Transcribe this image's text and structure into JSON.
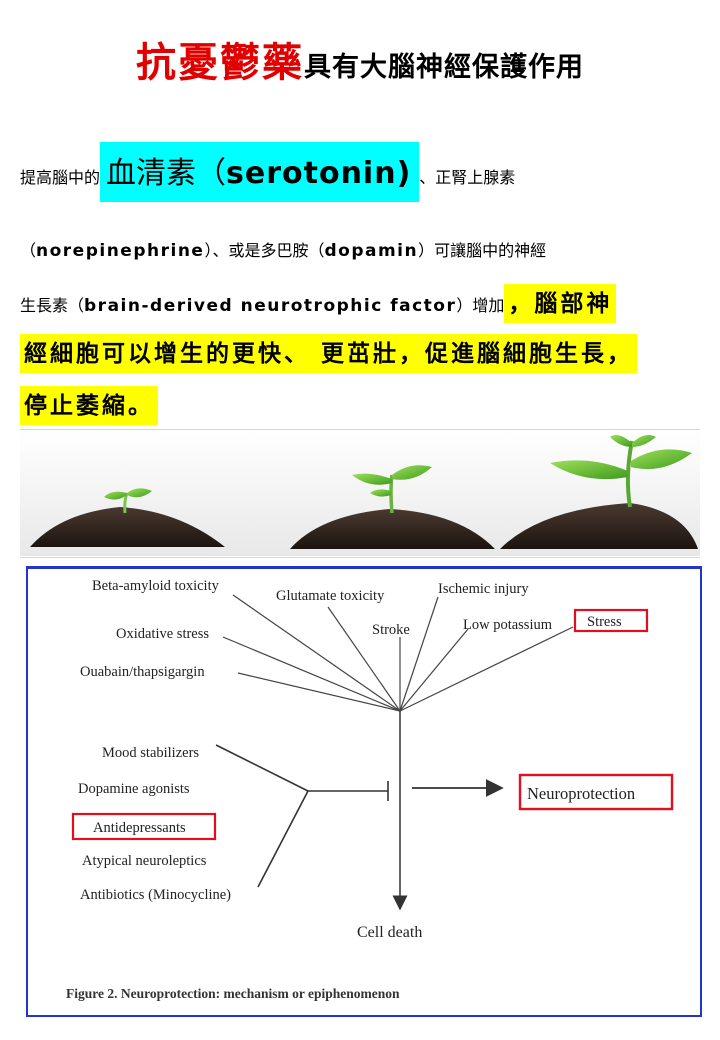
{
  "header": {
    "title_red": "抗憂鬱藥",
    "title_black": "具有大腦神經保護作用"
  },
  "body_text": {
    "l1_pre": "提高腦中的",
    "l1_hl_zh": "血清素（",
    "l1_hl_en": "serotonin)",
    "l1_post": "、正腎上腺素",
    "l2_p1": "（",
    "l2_en1": "norepinephrine",
    "l2_p2": "）、或是多巴胺（",
    "l2_en2": "dopamin",
    "l2_p3": "）可讓腦中的神經",
    "l3_p1": "生長素（",
    "l3_en": "brain-derived neurotrophic factor",
    "l3_p2": "）增加",
    "l3_hl": "，腦部神",
    "l4_hl": "經細胞可以增生的更快、 更茁壯，促進腦細胞生長，",
    "l5_hl": "停止萎縮。"
  },
  "colors": {
    "title_red": "#e00000",
    "highlight_cyan": "#00ffff",
    "highlight_yellow": "#ffff00",
    "figure_frame_blue": "#1f36c9",
    "marker_red": "#e01020"
  },
  "image_alt": "seedling-growth-image",
  "figure": {
    "insults": {
      "beta_amyloid": "Beta-amyloid toxicity",
      "glutamate": "Glutamate toxicity",
      "ischemic": "Ischemic injury",
      "oxidative": "Oxidative stress",
      "stroke": "Stroke",
      "low_potassium": "Low potassium",
      "stress": "Stress",
      "ouabain": "Ouabain/thapsigargin"
    },
    "drugs": {
      "mood": "Mood stabilizers",
      "dopamine": "Dopamine agonists",
      "antidepressants": "Antidepressants",
      "atypical": "Atypical neuroleptics",
      "antibiotics": "Antibiotics (Minocycline)"
    },
    "neuroprotection": "Neuroprotection",
    "cell_death": "Cell death",
    "caption": "Figure 2. Neuroprotection: mechanism or epiphenomenon"
  }
}
